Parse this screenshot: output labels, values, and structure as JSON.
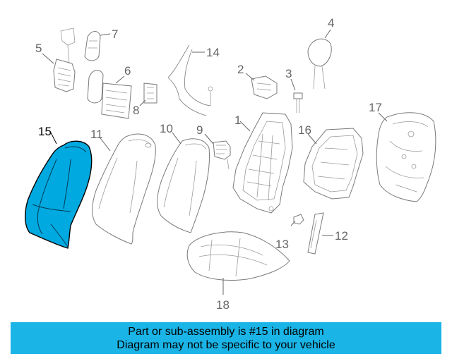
{
  "callouts": {
    "c1": "1",
    "c2": "2",
    "c3": "3",
    "c4": "4",
    "c5": "5",
    "c6": "6",
    "c7": "7",
    "c8": "8",
    "c9": "9",
    "c10": "10",
    "c11": "11",
    "c12": "12",
    "c13": "13",
    "c14": "14",
    "c15": "15",
    "c16": "16",
    "c17": "17",
    "c18": "18"
  },
  "highlighted_part": "15",
  "colors": {
    "highlight": "#00a9e0",
    "banner": "#1ab4e6",
    "line": "#7a7a7a"
  },
  "banner": {
    "line1": "Part or sub-assembly is #15 in diagram",
    "line2": "Diagram may not be specific to your vehicle"
  }
}
